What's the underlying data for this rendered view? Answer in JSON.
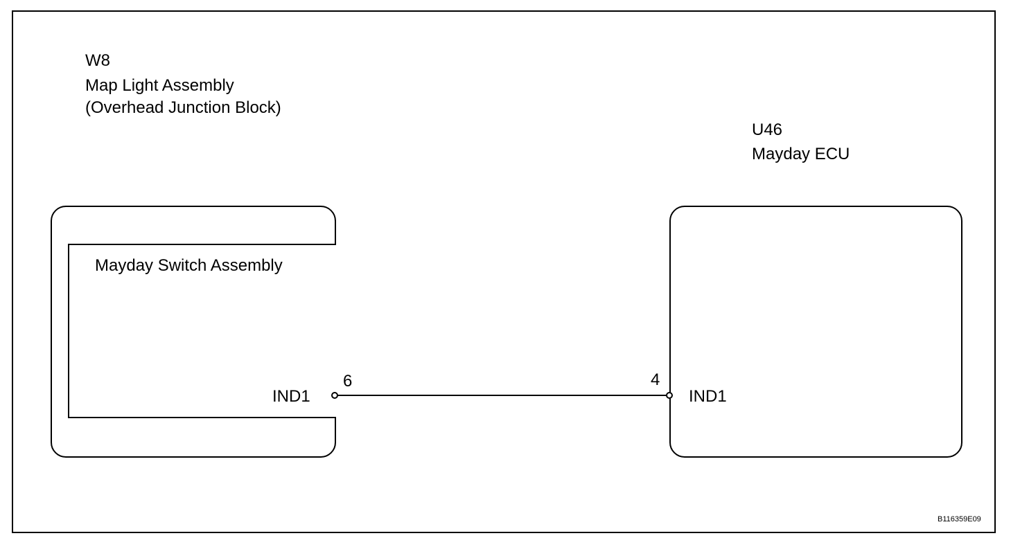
{
  "left_component": {
    "code": "W8",
    "name": "Map Light Assembly",
    "subname": "(Overhead Junction Block)",
    "inner_component": "Mayday Switch Assembly",
    "terminal_name": "IND1",
    "pin": "6"
  },
  "right_component": {
    "code": "U46",
    "name": "Mayday ECU",
    "terminal_name": "IND1",
    "pin": "4"
  },
  "figure_code": "B116359E09"
}
